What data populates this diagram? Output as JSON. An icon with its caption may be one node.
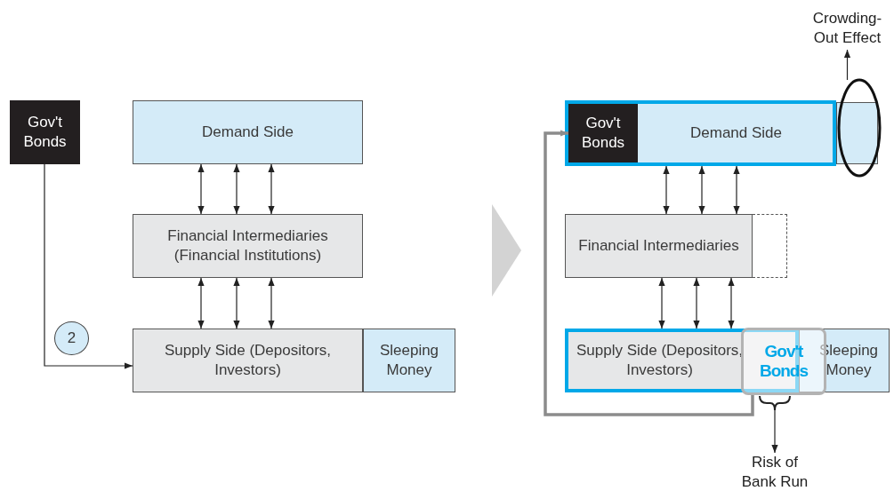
{
  "diagram": {
    "nodes": [
      {
        "text": [
          "Gov't Bonds"
        ]
      },
      {
        "text": [
          "Demand Side"
        ]
      },
      {
        "text": [
          "Financial Intermediaries (Financial Institutions)"
        ]
      },
      {
        "text": [
          "Supply Side (Depositors, Investors)"
        ]
      },
      {
        "text": [
          "Sleeping Money"
        ]
      },
      {
        "text": [
          "2"
        ]
      },
      {
        "text": [
          "Demand Side"
        ]
      },
      {
        "text": [
          "Gov't Bonds"
        ],
        "in": 6
      },
      {
        "text": [],
        "shape": "ellipse"
      },
      {
        "text": [],
        "shape": "box",
        "in": 8
      },
      {
        "text": [
          "Crowding-Out Effect"
        ]
      },
      {
        "text": [
          "Financial Intermediaries"
        ]
      },
      {
        "text": [],
        "shape": "box"
      },
      {
        "text": [
          "Supply Side (Depositors, Investors)"
        ]
      },
      {
        "text": [
          "Sleeping Money"
        ]
      },
      {
        "text": [
          "Gov't Bonds"
        ]
      },
      {
        "text": [],
        "shape": "brace"
      },
      {
        "text": [
          "Risk of Bank Run"
        ]
      },
      {
        "text": [],
        "shape": "chevron"
      }
    ],
    "edges": [
      {
        "from": 0,
        "to": 3,
        "arrow": "to"
      },
      {
        "from": 1,
        "to": 2,
        "arrow": "both"
      },
      {
        "from": 1,
        "to": 2,
        "arrow": "both"
      },
      {
        "from": 1,
        "to": 2,
        "arrow": "both"
      },
      {
        "from": 2,
        "to": 3,
        "arrow": "both"
      },
      {
        "from": 2,
        "to": 3,
        "arrow": "both"
      },
      {
        "from": 2,
        "to": 3,
        "arrow": "both"
      },
      {
        "from": 15,
        "to": 7,
        "arrow": "to",
        "style": "thick",
        "color": "#8c8c8c"
      },
      {
        "from": 6,
        "to": 11,
        "arrow": "both"
      },
      {
        "from": 6,
        "to": 11,
        "arrow": "both"
      },
      {
        "from": 6,
        "to": 11,
        "arrow": "both"
      },
      {
        "from": 11,
        "to": 13,
        "arrow": "both"
      },
      {
        "from": 11,
        "to": 13,
        "arrow": "both"
      },
      {
        "from": 11,
        "to": 13,
        "arrow": "both"
      },
      {
        "from": 8,
        "to": 10,
        "arrow": "to"
      },
      {
        "from": 16,
        "to": 17,
        "arrow": "to"
      }
    ]
  }
}
